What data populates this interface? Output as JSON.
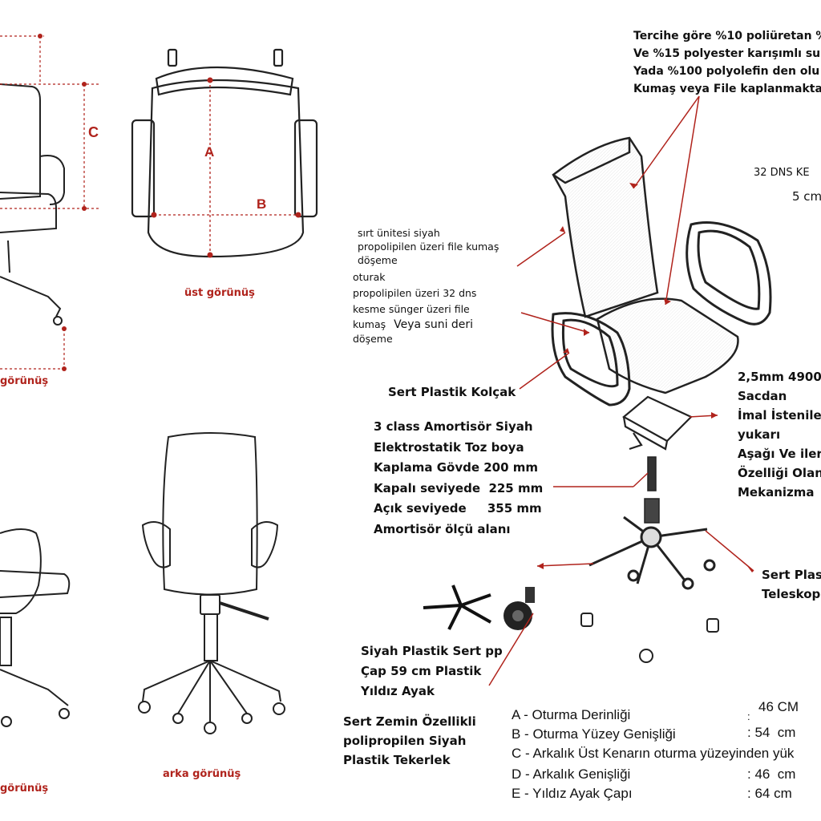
{
  "views": {
    "top": "üst görünüş",
    "rear": "arka görünüş",
    "left_cut_top": "görünüş",
    "left_cut_bottom": "görünüş"
  },
  "dimension_letters": {
    "a": "A",
    "b": "B",
    "c": "C"
  },
  "callouts": {
    "fabric_pct": [
      "Tercihe göre %10 poliüretan %",
      "Ve %15 polyester karışımlı sur",
      "Yada %100 polyolefin den olu",
      "Kumaş veya File kaplanmaktad"
    ],
    "foam_top": "32 DNS KE",
    "foam_bottom": "5 cm",
    "back_unit": [
      "sırt ünitesi siyah",
      "propolipilen üzeri file kumaş",
      "döşeme"
    ],
    "seat_unit": [
      "oturak",
      "propolipilen üzeri 32 dns",
      "kesme sünger üzeri file"
    ],
    "seat_unit_last": [
      "kumaş",
      "Veya suni deri"
    ],
    "seat_unit_end": "döşeme",
    "armrest": "Sert Plastik Kolçak",
    "gas_lift": [
      "3 class Amortisör Siyah",
      "Elektrostatik Toz boya",
      "Kaplama Gövde 200 mm",
      "Kapalı seviyede  225 mm",
      "Açık seviyede     355 mm",
      "Amortisör ölçü alanı"
    ],
    "mechanism": [
      "2,5mm 4900",
      "Sacdan",
      "İmal İstenile",
      "yukarı",
      "Aşağı Ve iler",
      "Özelliği Olan",
      "Mekanizma"
    ],
    "telescope": [
      "Sert Plas",
      "Teleskop"
    ],
    "star_base": [
      "Siyah Plastik Sert pp",
      "Çap 59 cm Plastik",
      "Yıldız Ayak"
    ],
    "wheel": [
      "Sert Zemin Özellikli",
      "polipropilen Siyah",
      "Plastik Tekerlek"
    ]
  },
  "specs": [
    {
      "label": "A - Oturma Derinliği",
      "value": "46 CM"
    },
    {
      "label": "B - Oturma Yüzey Genişliği",
      "value": ": 54  cm"
    },
    {
      "label": "C - Arkalık Üst Kenarın oturma yüzeyinden yük",
      "value": ""
    },
    {
      "label": "D - Arkalık Genişliği",
      "value": ": 46  cm"
    },
    {
      "label": "E - Yıldız Ayak Çapı",
      "value": ": 64 cm"
    }
  ],
  "spec_colon_a": ":",
  "colors": {
    "accent_red": "#b0231c",
    "line": "#222222"
  }
}
